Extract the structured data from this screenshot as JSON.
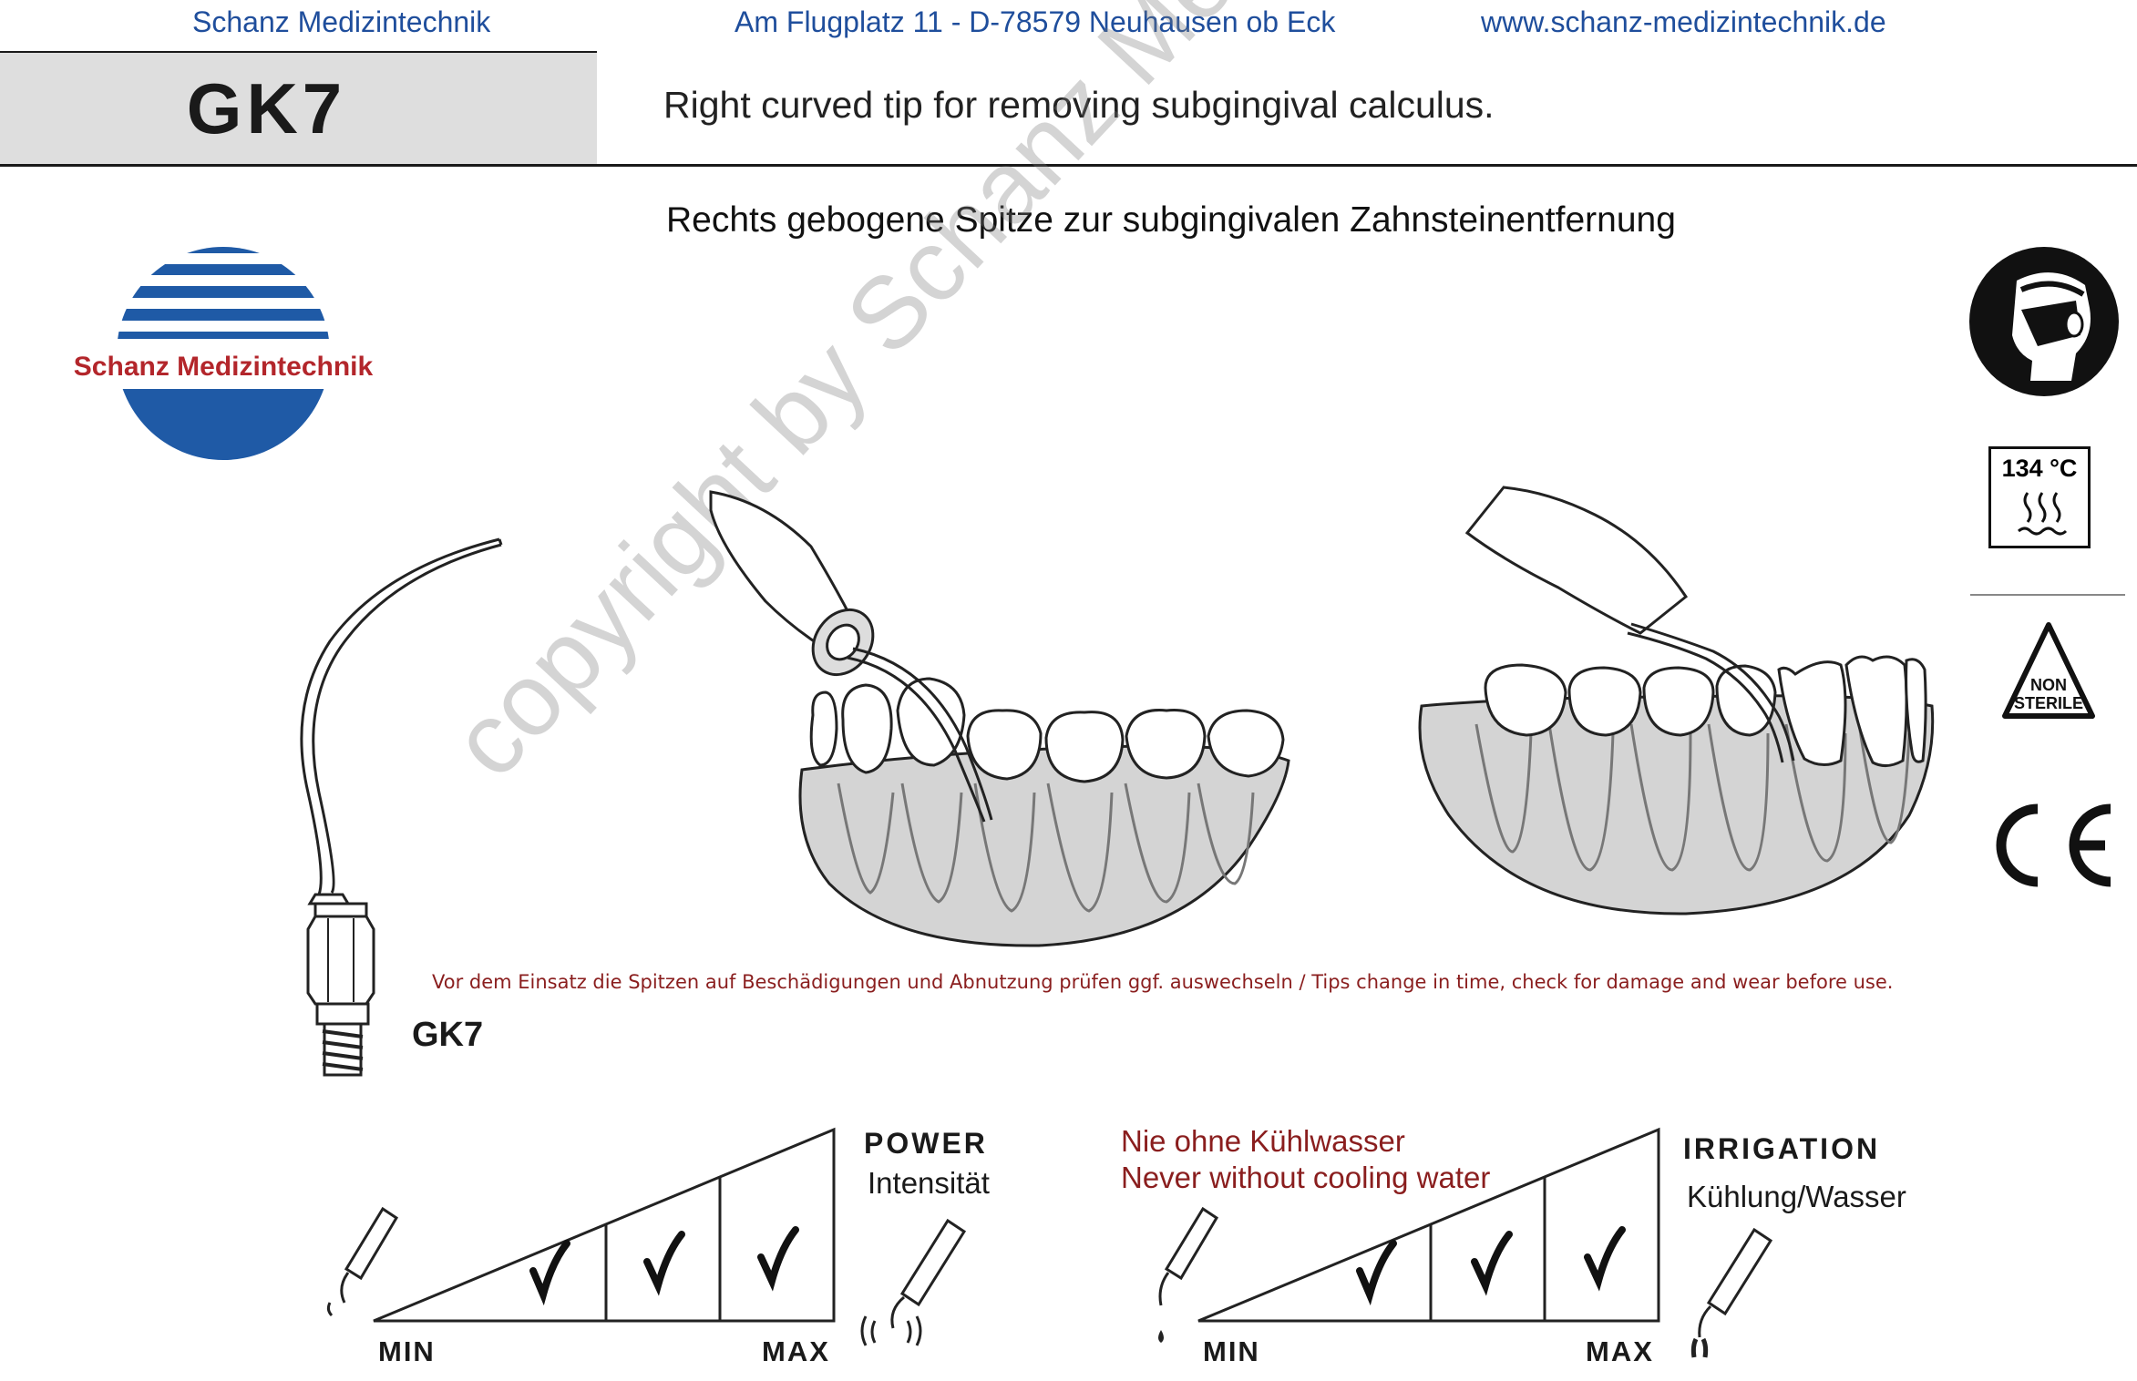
{
  "header": {
    "company": "Schanz Medizintechnik",
    "address": "Am Flugplatz 11 - D-78579 Neuhausen ob Eck",
    "website": "www.schanz-medizintechnik.de"
  },
  "product": {
    "model": "GK7",
    "description_en": "Right curved tip for removing subgingival calculus.",
    "description_de": "Rechts gebogene Spitze zur subgingivalen Zahnsteinentfernung",
    "tip_label": "GK7"
  },
  "logo": {
    "text": "Schanz Medizintechnik",
    "stripe_color": "#1f5aa6",
    "text_color": "#b3262b"
  },
  "warning": "Vor dem Einsatz die Spitzen auf  Beschädigungen und Abnutzung prüfen ggf. auswechseln / Tips change in time, check for damage and wear before use.",
  "symbols": {
    "mask_icon": "face-mask-icon",
    "sterilize_temp": "134 °C",
    "sterilize_icon": "steam-icon",
    "non_sterile_line1": "NON",
    "non_sterile_line2": "STERILE",
    "ce_mark": "CE"
  },
  "power": {
    "title": "POWER",
    "subtitle": "Intensität",
    "min": "MIN",
    "max": "MAX",
    "checks": 3
  },
  "irrigation": {
    "note_de": "Nie ohne Kühlwasser",
    "note_en": "Never without cooling water",
    "title": "IRRIGATION",
    "subtitle": "Kühlung/Wasser",
    "min": "MIN",
    "max": "MAX",
    "checks": 3
  },
  "watermark": "copyright by Schanz Medizintechnik",
  "colors": {
    "header_blue": "#1f4e9c",
    "warning_red": "#8a1e1e",
    "title_bg": "#dedede"
  }
}
